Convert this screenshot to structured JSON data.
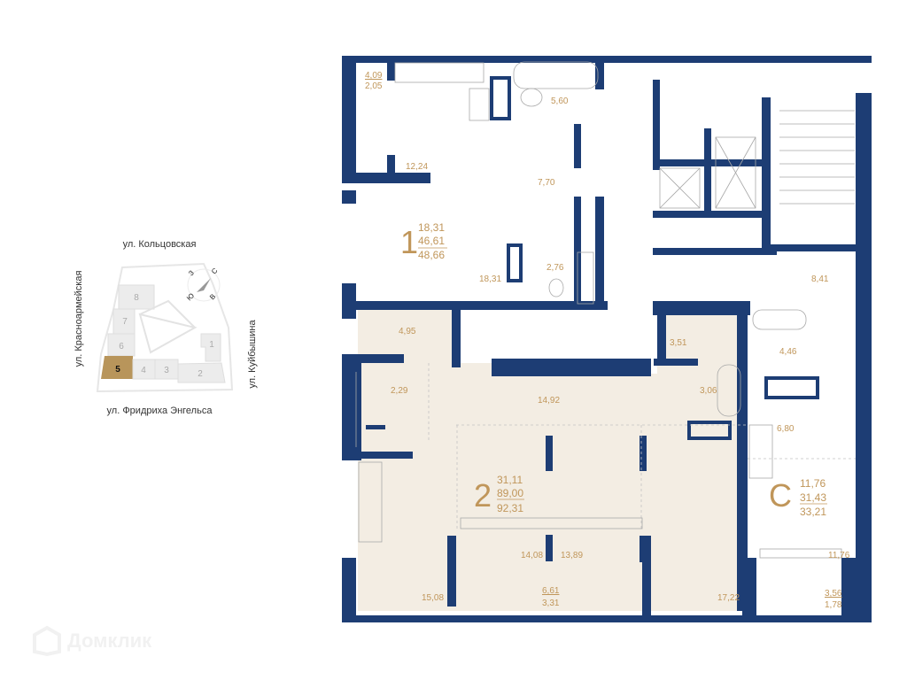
{
  "site_plan": {
    "streets": {
      "north": "ул. Кольцовская",
      "west": "ул. Красноармейская",
      "east": "ул. Куйбышина",
      "south": "ул. Фридриха Энгельса"
    },
    "compass": {
      "n": "С",
      "s": "Ю",
      "w": "З",
      "e": "В"
    },
    "sections": [
      "1",
      "2",
      "3",
      "4",
      "5",
      "6",
      "7",
      "8"
    ],
    "selected_section": "5",
    "colors": {
      "selected": "#b8955b",
      "section": "#ececec",
      "outline": "#e2e2e2"
    }
  },
  "floor_plan": {
    "colors": {
      "wall": "#1d3d74",
      "highlight_fill": "#f3ede3",
      "label": "#c0965a"
    },
    "apartments": [
      {
        "id": "apt-1",
        "rooms": "1",
        "living_area": "18,31",
        "total_area": "46,61",
        "total_with_balcony": "48,66"
      },
      {
        "id": "apt-2",
        "rooms": "2",
        "living_area": "31,11",
        "total_area": "89,00",
        "total_with_balcony": "92,31"
      },
      {
        "id": "apt-studio",
        "rooms": "С",
        "living_area": "11,76",
        "total_area": "31,43",
        "total_with_balcony": "33,21"
      }
    ],
    "room_labels": {
      "apt1_balcony_full": "4,09",
      "apt1_balcony_reduced": "2,05",
      "apt1_kitchen": "12,24",
      "apt1_bathroom": "5,60",
      "apt1_hall": "7,70",
      "apt1_living": "18,31",
      "apt1_wc": "2,76",
      "lobby": "8,41",
      "apt2_storage": "4,95",
      "apt2_wc": "2,29",
      "apt2_hall": "14,92",
      "apt2_dressing": "3,51",
      "apt2_bathroom": "3,06",
      "apt2_kitchen": "15,08",
      "apt2_bedroom1": "14,08",
      "apt2_bedroom2": "13,89",
      "apt2_bedroom3": "17,22",
      "apt2_balcony_full": "6,61",
      "apt2_balcony_reduced": "3,31",
      "studio_bathroom": "4,46",
      "studio_kitchen": "6,80",
      "studio_room": "11,76",
      "studio_balcony_full": "3,56",
      "studio_balcony_reduced": "1,78"
    }
  },
  "watermark": {
    "text": "Домклик"
  }
}
